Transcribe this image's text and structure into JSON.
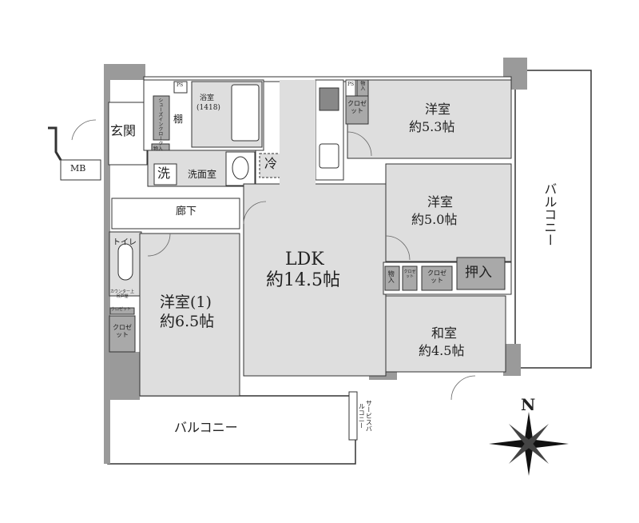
{
  "rooms": {
    "entrance": "玄関",
    "mb": "MB",
    "ps1": "PS",
    "ps2": "PS",
    "shoe_closet": "シューズインクローク",
    "shelf": "棚",
    "bath_name": "浴室",
    "bath_size": "(1418)",
    "storage1": "物入",
    "laundry": "洗",
    "washroom": "洗面室",
    "fridge": "冷",
    "hallway": "廊下",
    "toilet": "トイレ",
    "counter": "カウンター上吊戸棚",
    "closet_small": "クロゼット",
    "closet_toilet": "クロゼット",
    "west_room_name": "洋室(1)",
    "west_room_size": "約6.5帖",
    "ldk_name": "LDK",
    "ldk_size": "約14.5帖",
    "room53_name": "洋室",
    "room53_size": "約5.3帖",
    "closet53": "クロゼット",
    "storage53": "物入",
    "room50_name": "洋室",
    "room50_size": "約5.0帖",
    "storage_row": "物入",
    "closet_row1": "クロゼット",
    "closet_row2": "クロゼット",
    "oshiire": "押入",
    "washitsu_name": "和室",
    "washitsu_size": "約4.5帖",
    "balcony_south": "バルコニー",
    "balcony_east": "バルコニー",
    "service_balcony": "サービスバルコニー"
  },
  "compass": {
    "label": "N"
  },
  "colors": {
    "room": "#dedede",
    "wall": "#9a9a9a",
    "closet": "#a9a9a9",
    "line": "#333333"
  }
}
